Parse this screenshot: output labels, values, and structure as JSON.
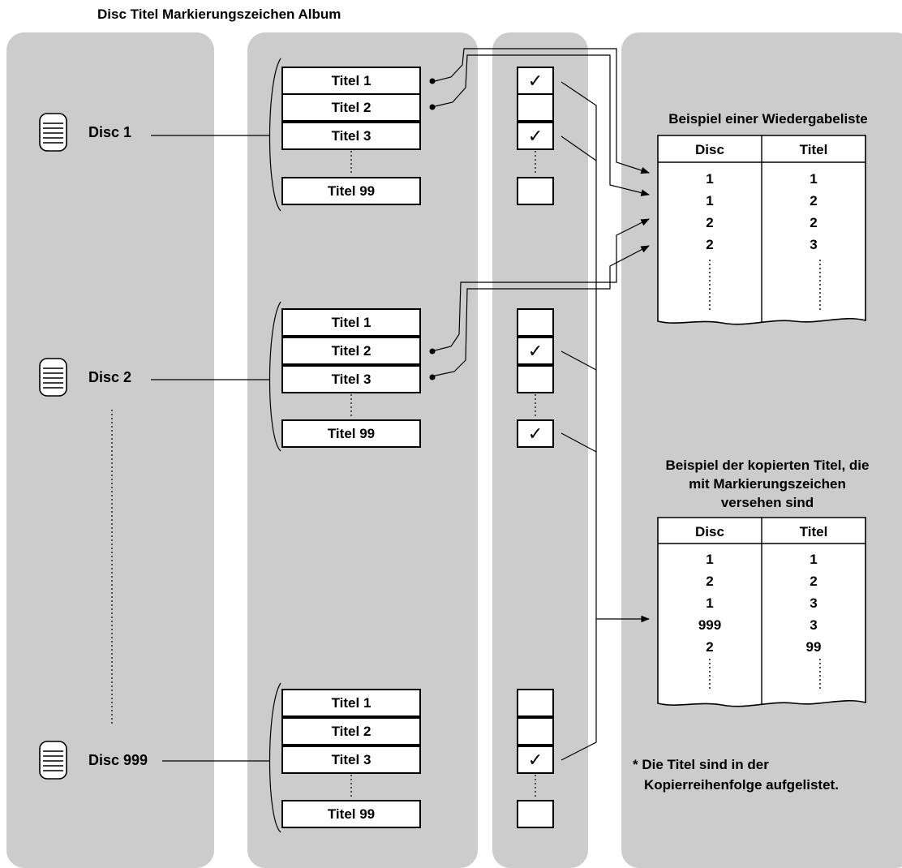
{
  "header": "Disc Titel Markierungszeichen Album",
  "discs": [
    {
      "label": "Disc 1"
    },
    {
      "label": "Disc 2"
    },
    {
      "label": "Disc 999"
    }
  ],
  "title_groups": [
    {
      "disc": "Disc 1",
      "titles": [
        "Titel 1",
        "Titel 2",
        "Titel 3",
        "Titel 99"
      ],
      "marks": [
        true,
        false,
        true,
        false
      ]
    },
    {
      "disc": "Disc 2",
      "titles": [
        "Titel 1",
        "Titel 2",
        "Titel 3",
        "Titel 99"
      ],
      "marks": [
        false,
        true,
        false,
        true
      ]
    },
    {
      "disc": "Disc 999",
      "titles": [
        "Titel 1",
        "Titel 2",
        "Titel 3",
        "Titel 99"
      ],
      "marks": [
        false,
        false,
        true,
        false
      ]
    }
  ],
  "check_glyph": "✓",
  "playlist": {
    "caption": "Beispiel einer Wiedergabeliste",
    "headers": [
      "Disc",
      "Titel"
    ],
    "rows": [
      [
        "1",
        "1"
      ],
      [
        "1",
        "2"
      ],
      [
        "2",
        "2"
      ],
      [
        "2",
        "3"
      ]
    ]
  },
  "copied": {
    "caption_lines": [
      "Beispiel der kopierten Titel, die",
      "mit Markierungszeichen",
      "versehen sind"
    ],
    "headers": [
      "Disc",
      "Titel"
    ],
    "rows": [
      [
        "1",
        "1"
      ],
      [
        "2",
        "2"
      ],
      [
        "1",
        "3"
      ],
      [
        "999",
        "3"
      ],
      [
        "2",
        "99"
      ]
    ]
  },
  "footnote": [
    "* Die Titel sind in der",
    "Kopierreihenfolge aufgelistet."
  ],
  "colors": {
    "panel": "#cccccc",
    "line": "#000000"
  }
}
